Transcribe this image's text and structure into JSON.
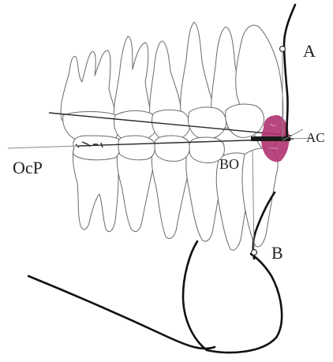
{
  "labels": {
    "A": "A",
    "AC": "AC",
    "OcP": "OcP",
    "BO": "BO",
    "B": "B"
  },
  "colors": {
    "highlight": "#b0336f",
    "outline": "#111111",
    "tooth_outline": "#6a6a6a"
  }
}
